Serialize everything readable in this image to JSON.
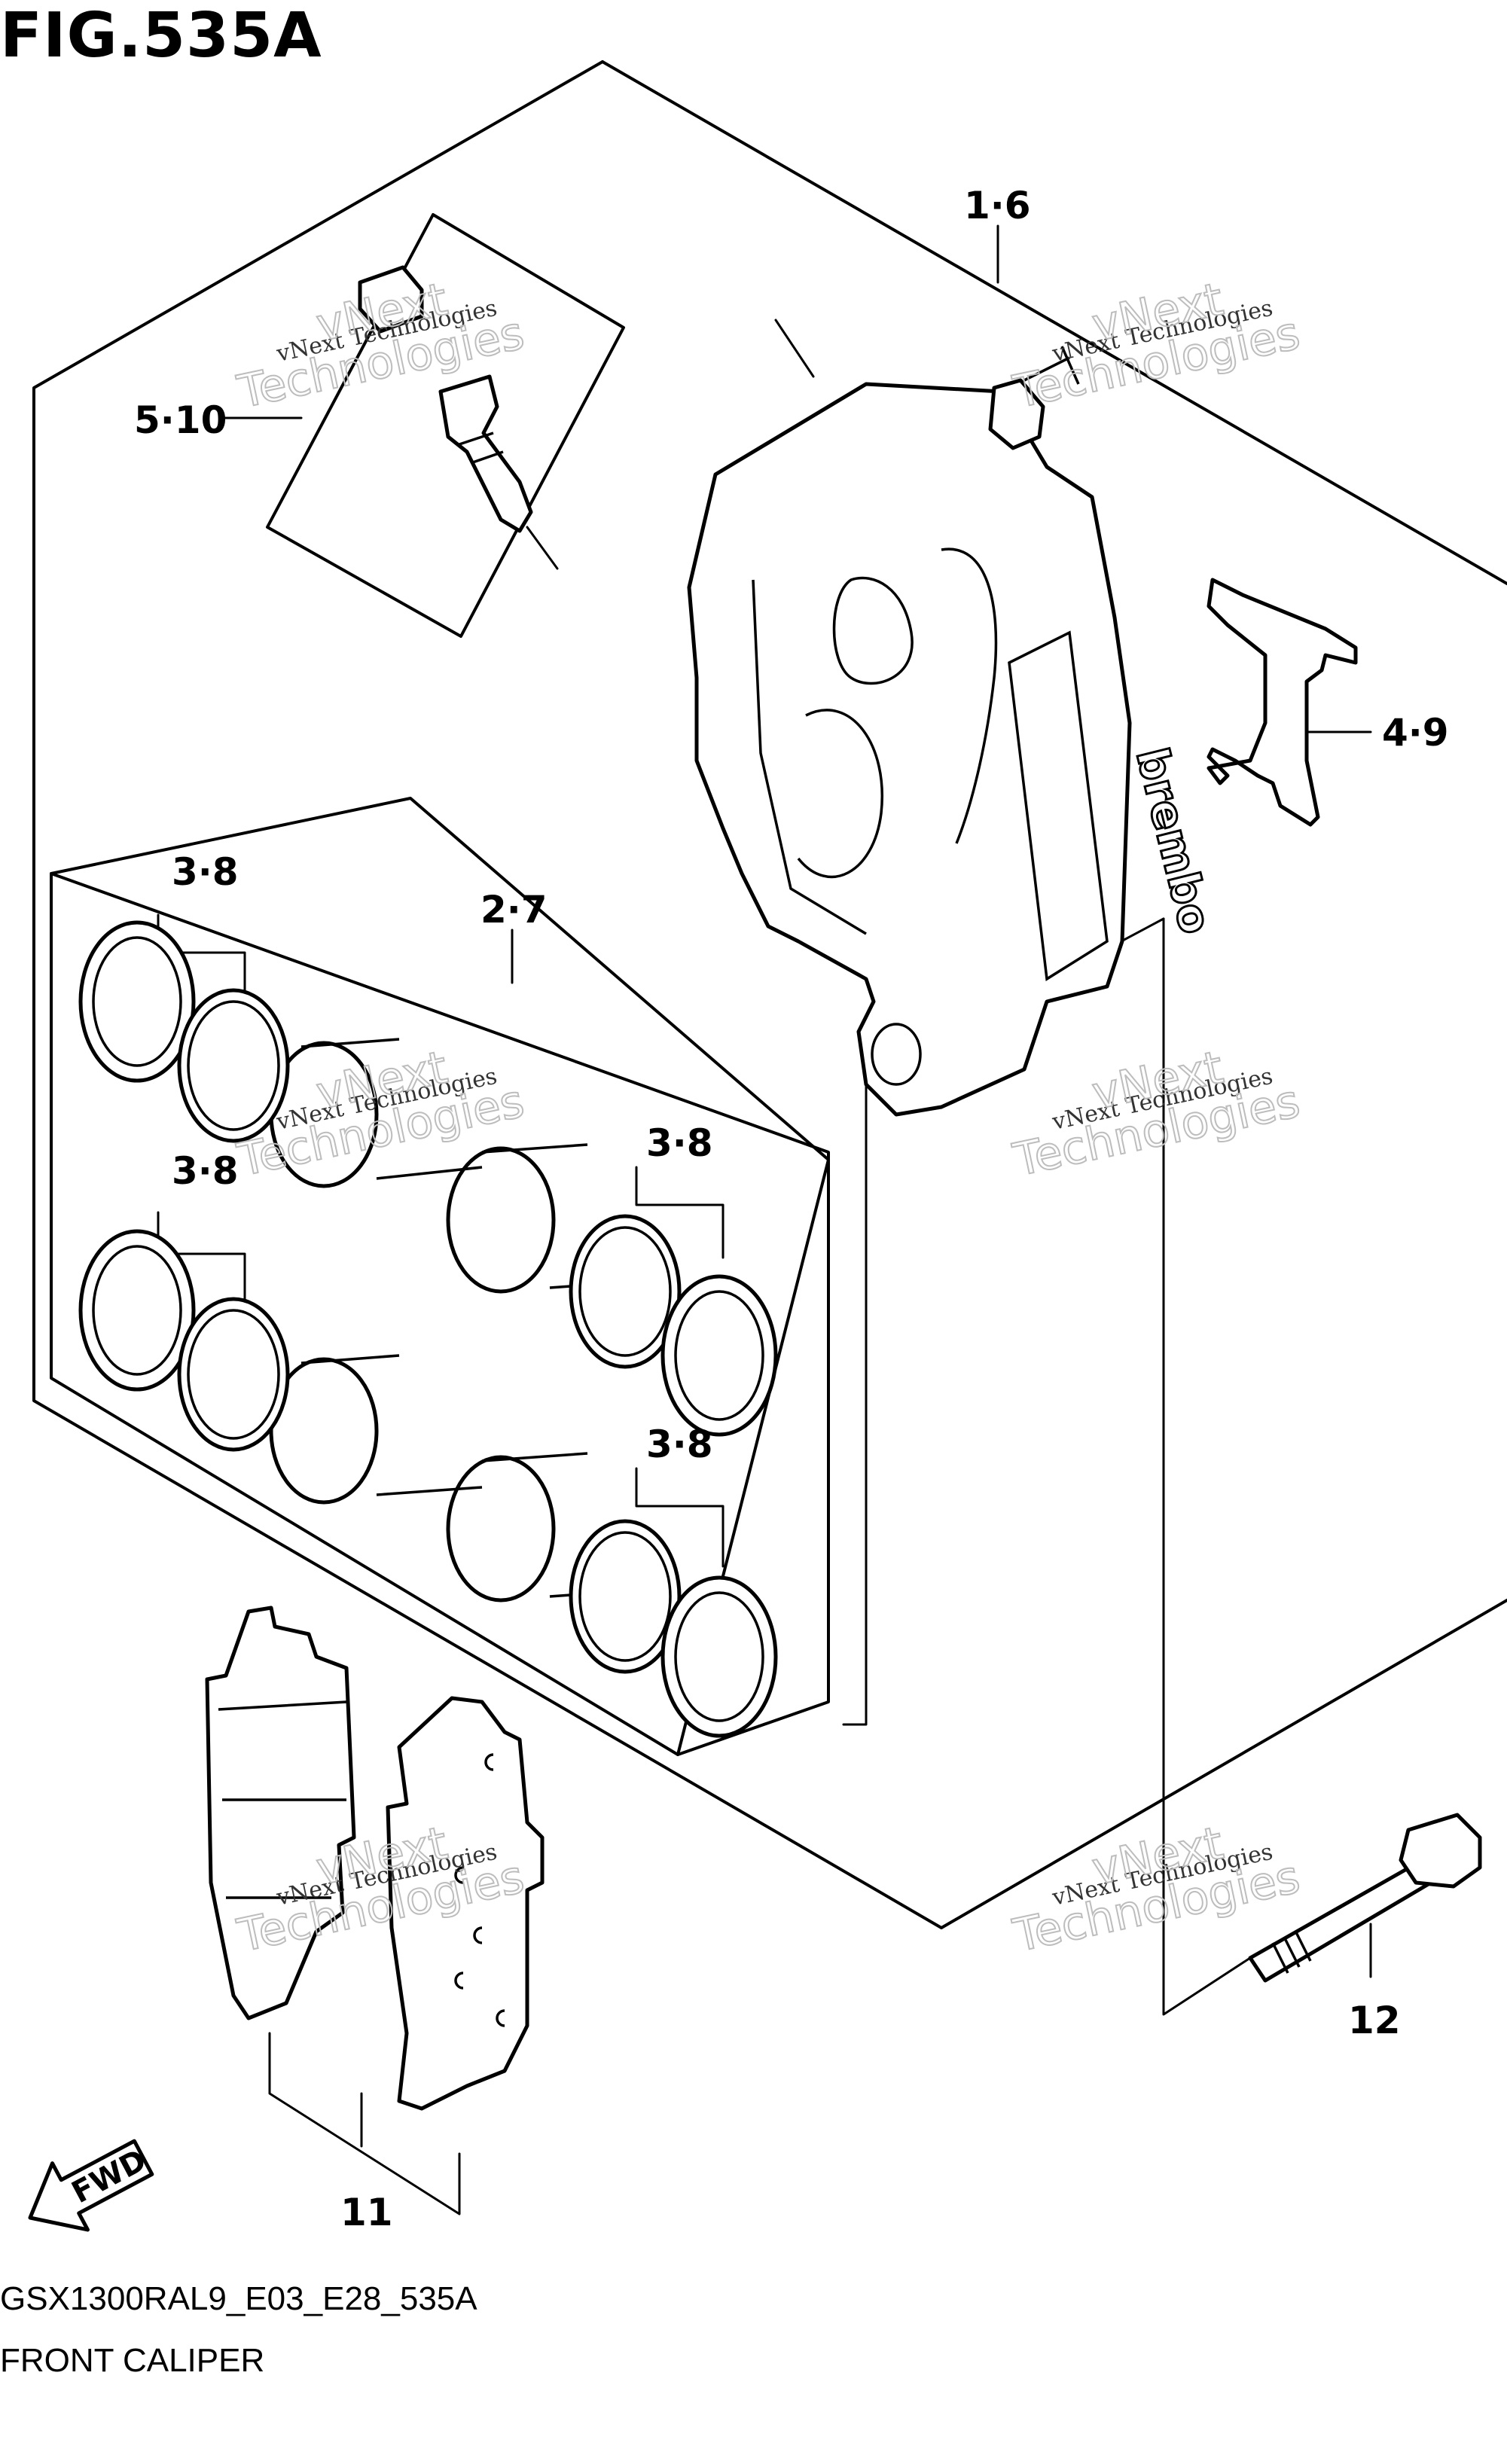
{
  "figure": {
    "title": "FIG.535A",
    "model_code": "GSX1300RAL9_E03_E28_535A",
    "section_name": "FRONT CALIPER",
    "forward_label": "FWD"
  },
  "callouts": [
    {
      "id": "c-1-6",
      "label": "1·6"
    },
    {
      "id": "c-5-10",
      "label": "5·10"
    },
    {
      "id": "c-4-9",
      "label": "4·9"
    },
    {
      "id": "c-2-7",
      "label": "2·7"
    },
    {
      "id": "c-3-8-a",
      "label": "3·8"
    },
    {
      "id": "c-3-8-b",
      "label": "3·8"
    },
    {
      "id": "c-3-8-c",
      "label": "3·8"
    },
    {
      "id": "c-3-8-d",
      "label": "3·8"
    },
    {
      "id": "c-11",
      "label": "11"
    },
    {
      "id": "c-12",
      "label": "12"
    }
  ],
  "watermark": {
    "line1": "vNext Technologies",
    "line2": "vNext",
    "line3": "Technologies"
  },
  "brand_marking": "brembo"
}
